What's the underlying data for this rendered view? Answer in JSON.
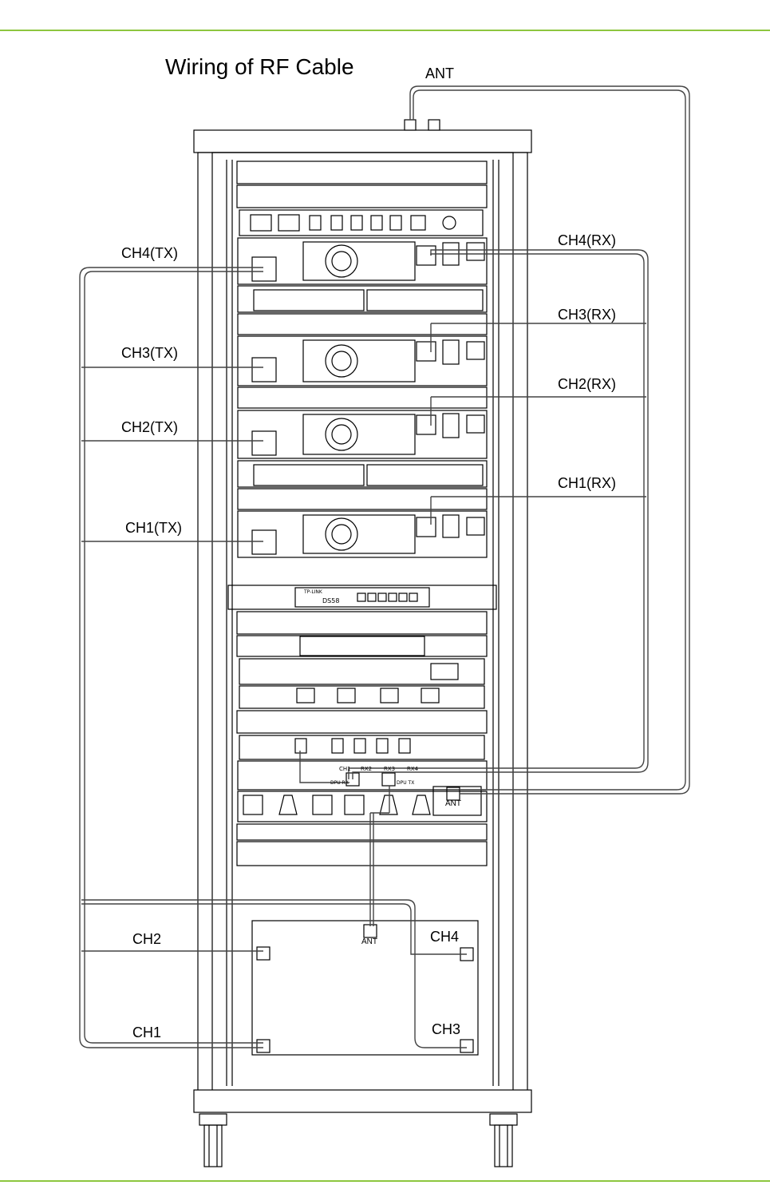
{
  "title": "Wiring of RF Cable",
  "labels": {
    "top_ant": "ANT",
    "ch4_tx": "CH4(TX)",
    "ch3_tx": "CH3(TX)",
    "ch2_tx": "CH2(TX)",
    "ch1_tx": "CH1(TX)",
    "ch4_rx": "CH4(RX)",
    "ch3_rx": "CH3(RX)",
    "ch2_rx": "CH2(RX)",
    "ch1_rx": "CH1(RX)",
    "ch1": "CH1",
    "ch2": "CH2",
    "ch3": "CH3",
    "ch4": "CH4",
    "combiner_ant": "ANT",
    "duplexer_ant": "ANT"
  },
  "device_text": {
    "switch_brand": "TP-LINK",
    "switch_model": "DS58",
    "ports": [
      "CH1",
      "RX2",
      "RX3",
      "RX4"
    ],
    "dpu_rx": "DPU RX",
    "dpu_tx": "DPU TX"
  },
  "accent_color": "#8dc63f"
}
